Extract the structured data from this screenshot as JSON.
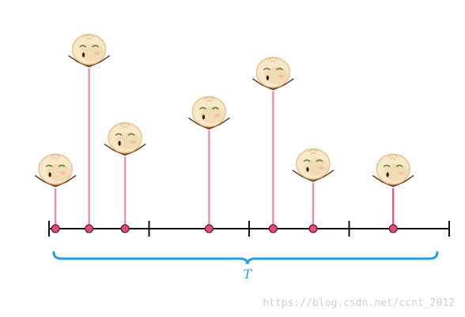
{
  "diagram": {
    "axis": {
      "ticks": 5
    },
    "posts": [
      {
        "pos": 0.02,
        "height": 0.62
      },
      {
        "pos": 0.1,
        "height": 2.45
      },
      {
        "pos": 0.19,
        "height": 1.1
      },
      {
        "pos": 0.4,
        "height": 1.5
      },
      {
        "pos": 0.56,
        "height": 2.1
      },
      {
        "pos": 0.66,
        "height": 0.7
      },
      {
        "pos": 0.86,
        "height": 0.62
      }
    ],
    "brace_label": "T",
    "watermark": "https://blog.csdn.net/ccnt_2012",
    "colors": {
      "axis": "#111111",
      "post": "#f08cb4",
      "post_dark": "#d85c8c",
      "node": "#e8487c",
      "brace": "#1ea0e6",
      "bun": "#f8e8c8",
      "bun_shadow": "#e2c493",
      "plate": "#b56a3a",
      "watermark": "#cfcfcf"
    },
    "icons": {
      "bun": "steamed-bun-icon"
    }
  }
}
